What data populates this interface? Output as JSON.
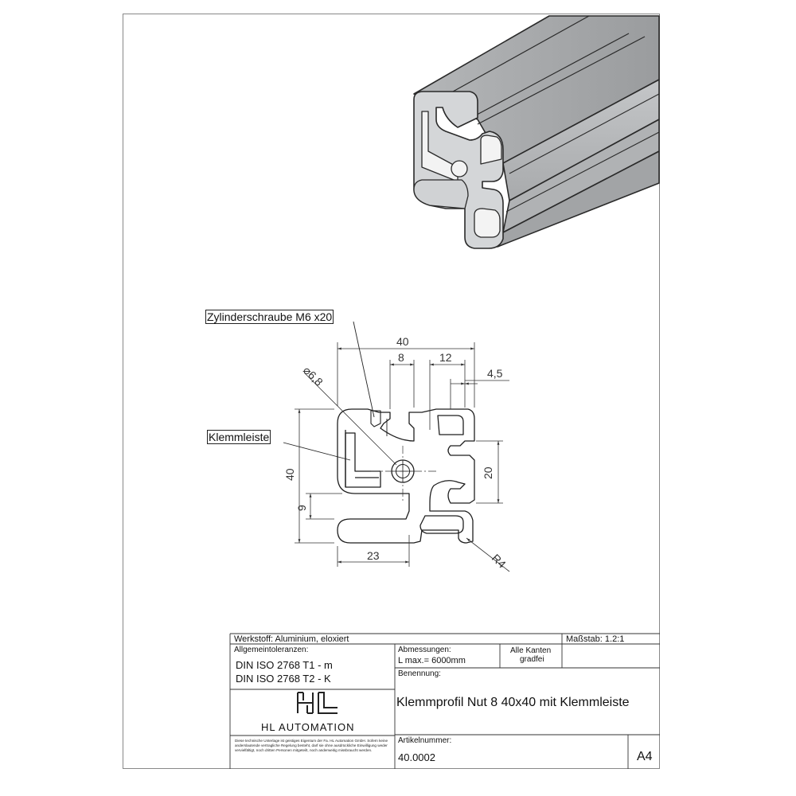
{
  "callouts": {
    "screw": "Zylinderschraube M6 x20",
    "clamp": "Klemmleiste"
  },
  "dimensions": {
    "width": "40",
    "slot": "8",
    "offset": "12",
    "depth": "4,5",
    "bore": "⌀6,8",
    "height": "40",
    "right": "20",
    "bottom_height": "9",
    "bottom_width": "23",
    "radius": "R4"
  },
  "title_block": {
    "material": "Werkstoff: Aluminium, eloxiert",
    "scale": "Maßstab: 1.2:1",
    "tolerances_label": "Allgemeintoleranzen:",
    "tolerance_1": "DIN ISO 2768 T1 - m",
    "tolerance_2": "DIN ISO 2768 T2 - K",
    "dimensions_label": "Abmessungen:",
    "length": "L max.= 6000mm",
    "edges_1": "Alle Kanten",
    "edges_2": "gradfei",
    "name_label": "Benennung:",
    "name": "Klemmprofil Nut 8 40x40 mit Klemmleiste",
    "company": "HL AUTOMATION",
    "disclaimer": "Diese technische Unterlage ist geistiges Eigentum der Fa. HL Automation GmbH. Sofern keine anderslautende vertragliche Regelung besteht, darf sie ohne ausdrückliche Einwilligung weder vervielfältigt, noch dritten Personen mitgeteilt, noch anderweitig missbraucht werden.",
    "article_label": "Artikelnummer:",
    "article_number": "40.0002",
    "format": "A4"
  }
}
